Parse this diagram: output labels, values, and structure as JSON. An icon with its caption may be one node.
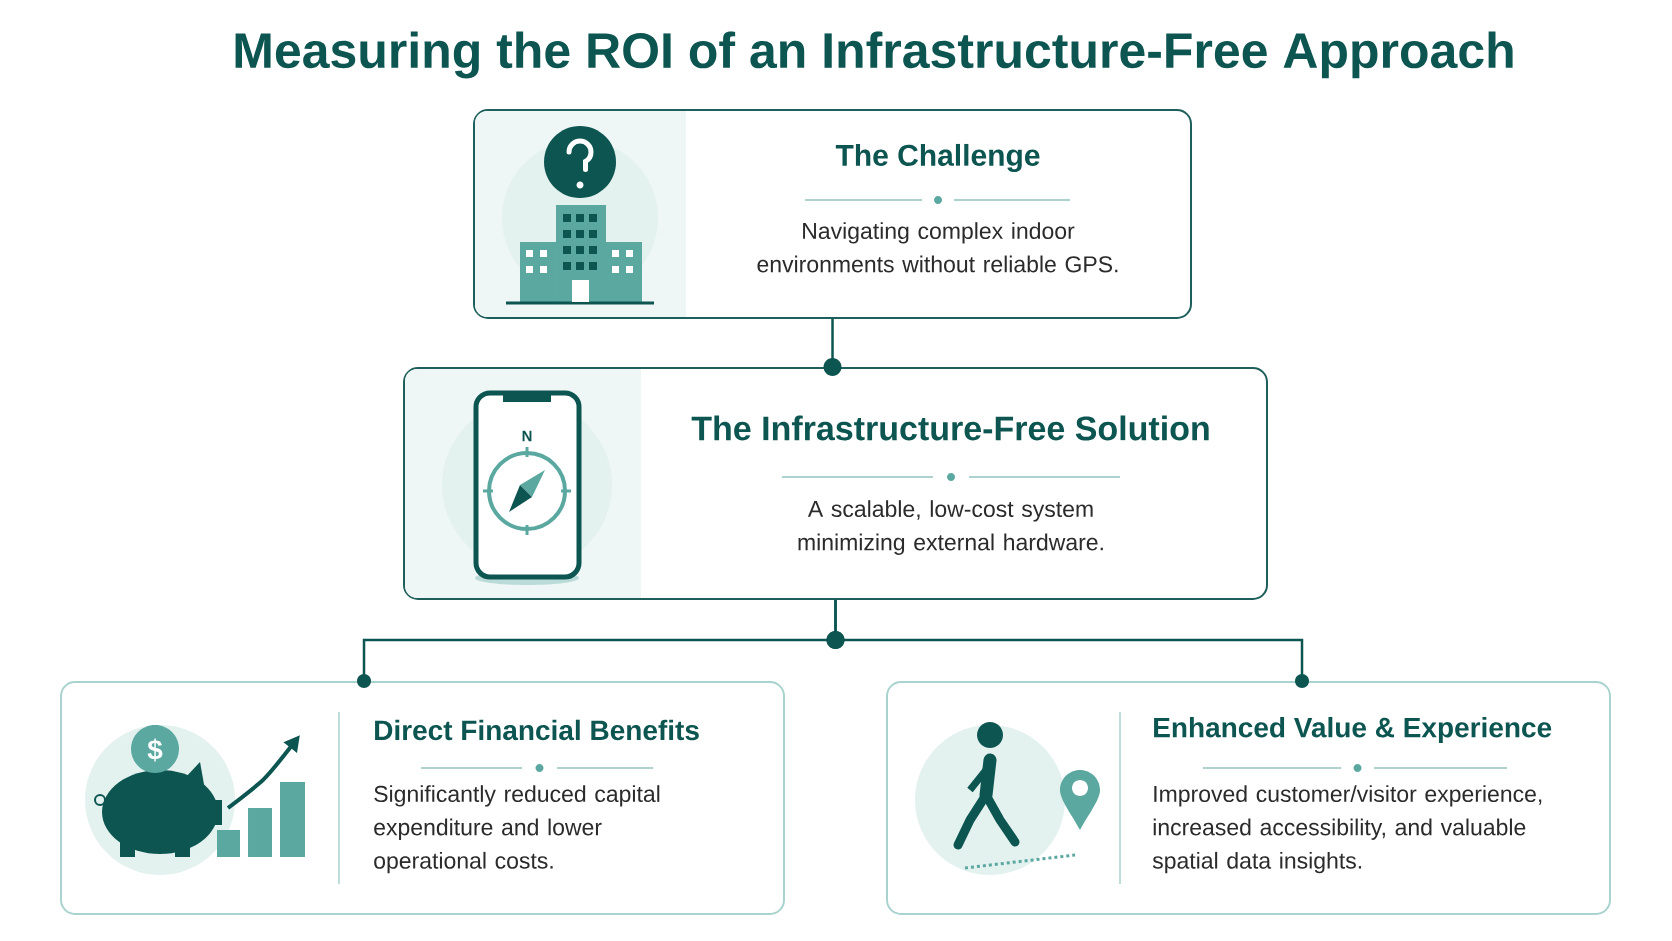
{
  "diagram": {
    "title": "Measuring the ROI of an Infrastructure-Free Approach",
    "nodes": [
      {
        "text": [
          "The Challenge",
          "Navigating complex indoor environments without reliable GPS."
        ]
      },
      {
        "text": [
          "The Infrastructure-Free Solution",
          "A scalable, low-cost system minimizing external hardware."
        ]
      },
      {
        "text": [
          "Direct Financial Benefits",
          "Significantly reduced capital expenditure and lower operational costs."
        ]
      },
      {
        "text": [
          "Enhanced Value & Experience",
          "Improved customer/visitor experience, increased accessibility, and valuable spatial data insights."
        ]
      }
    ],
    "edges": [
      {
        "from": 0,
        "to": 1,
        "arrow": "other"
      },
      {
        "from": 1,
        "to": 2,
        "arrow": "other"
      },
      {
        "from": 1,
        "to": 3,
        "arrow": "other"
      }
    ],
    "labels": [
      "N",
      "$"
    ]
  }
}
